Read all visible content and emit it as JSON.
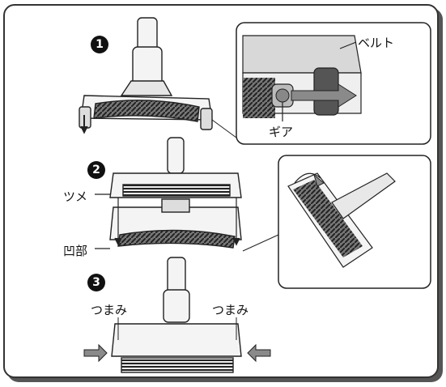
{
  "steps": {
    "step1": "1",
    "step2": "2",
    "step3": "3"
  },
  "labels": {
    "belt": "ベルト",
    "gear": "ギア",
    "tsume": "ツメ",
    "outoubu": "凹部",
    "knob_left": "つまみ",
    "knob_right": "つまみ"
  },
  "colors": {
    "line": "#222222",
    "body_fill": "#f4f4f4",
    "shade_fill": "#cfcfcf",
    "dark_fill": "#555555",
    "arrow_fill": "#8a8a8a"
  }
}
